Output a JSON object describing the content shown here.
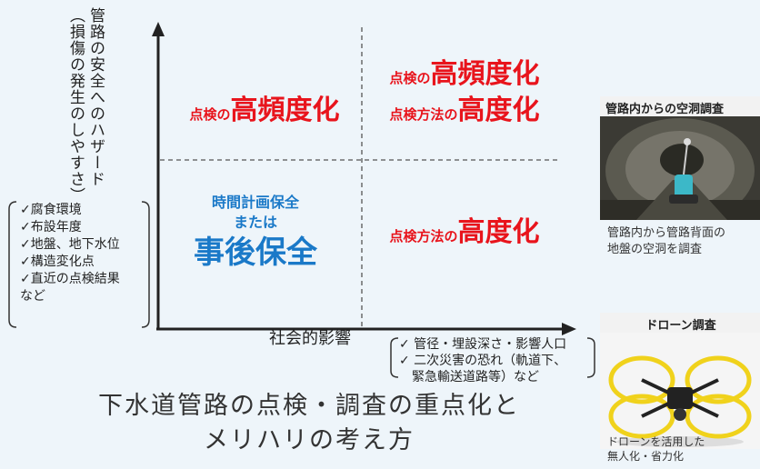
{
  "y_axis_title": "管路の安全へのハザード（損傷の発生のしやすさ）",
  "hazard_factors": [
    "✓腐食環境",
    "✓布設年度",
    "✓地盤、地下水位",
    "✓構造変化点",
    "✓直近の点検結果",
    "など"
  ],
  "x_axis_title": "社会的影響",
  "impact_factors": [
    "✓ 管径・埋設深さ・影響人口",
    "✓ 二次災害の恐れ（軌道下、",
    "緊急輸送道路等）など"
  ],
  "quadrants": {
    "top_left": {
      "prefix": "点検の",
      "main": "高頻度化"
    },
    "top_right": {
      "line1_prefix": "点検の",
      "line1_main": "高頻度化",
      "line2_prefix": "点検方法の",
      "line2_main": "高度化"
    },
    "bottom_left": {
      "line1": "時間計画保全",
      "line2": "または",
      "line3": "事後保全"
    },
    "bottom_right": {
      "prefix": "点検方法の",
      "main": "高度化"
    }
  },
  "caption": {
    "line1": "下水道管路の点検・調査の重点化と",
    "line2": "メリハリの考え方"
  },
  "panels": {
    "cavity_survey": {
      "title": "管路内からの空洞調査",
      "caption_line1": "管路内から管路背面の",
      "caption_line2": "地盤の空洞を調査"
    },
    "drone_survey": {
      "title": "ドローン調査",
      "caption_line1": "ドローンを活用した",
      "caption_line2": "無人化・省力化"
    }
  },
  "colors": {
    "emphasis": "#e8141c",
    "accent_blue": "#1a79c8",
    "panel_header": "#f2f2f2",
    "drone_frame": "#f0d21c"
  }
}
